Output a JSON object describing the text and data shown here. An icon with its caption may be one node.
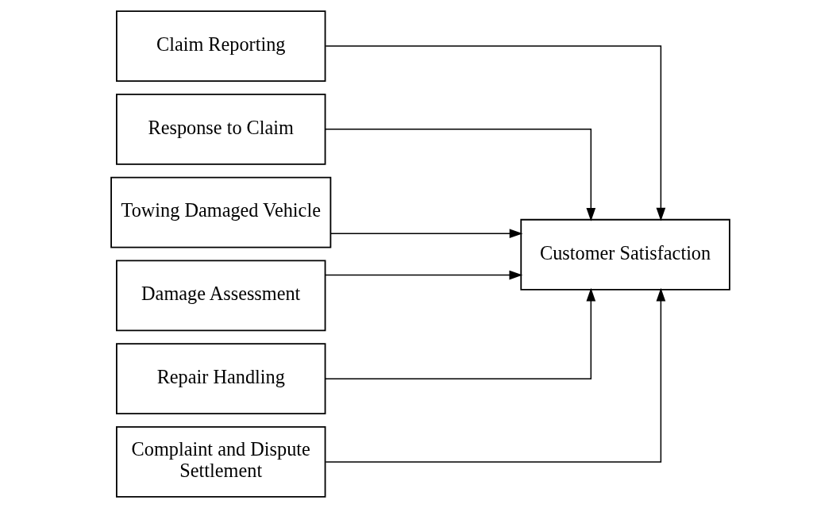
{
  "diagram": {
    "nodes": [
      {
        "text": [
          "Claim Reporting"
        ]
      },
      {
        "text": [
          "Response to Claim"
        ]
      },
      {
        "text": [
          "Towing Damaged Vehicle"
        ]
      },
      {
        "text": [
          "Damage Assessment"
        ]
      },
      {
        "text": [
          "Repair Handling"
        ]
      },
      {
        "text": [
          "Complaint and Dispute Settlement"
        ]
      },
      {
        "text": [
          "Customer Satisfaction"
        ]
      }
    ],
    "edges": [
      {
        "from": 0,
        "to": 6,
        "arrow": "to"
      },
      {
        "from": 1,
        "to": 6,
        "arrow": "to"
      },
      {
        "from": 2,
        "to": 6,
        "arrow": "to"
      },
      {
        "from": 3,
        "to": 6,
        "arrow": "to"
      },
      {
        "from": 4,
        "to": 6,
        "arrow": "to"
      },
      {
        "from": 5,
        "to": 6,
        "arrow": "to"
      }
    ]
  }
}
